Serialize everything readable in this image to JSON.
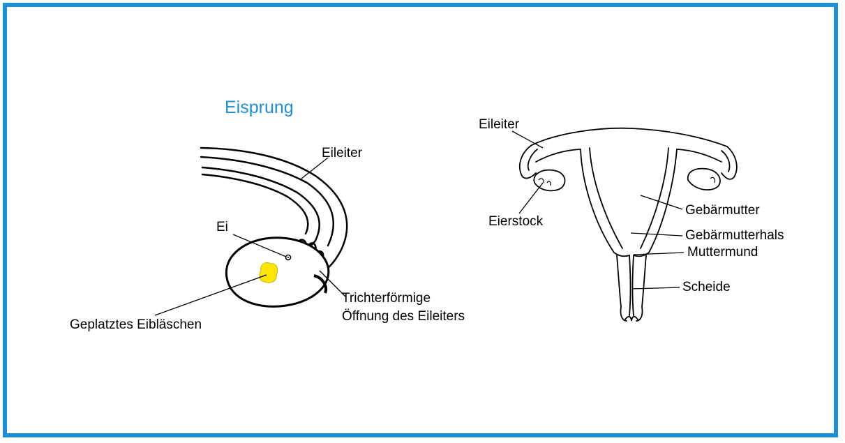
{
  "title": "Eisprung",
  "colors": {
    "frame": "#1c8fd6",
    "title": "#1c8fd6",
    "egg_follicle": "#ffe600",
    "ink": "#000000"
  },
  "left_diagram": {
    "labels": {
      "eileiter": "Eileiter",
      "ei": "Ei",
      "follicle": "Geplatztes Eibläschen",
      "funnel_line1": "Trichterförmige",
      "funnel_line2": "Öffnung des Eileiters"
    }
  },
  "right_diagram": {
    "labels": {
      "eileiter": "Eileiter",
      "eierstock": "Eierstock",
      "gebaermutter": "Gebärmutter",
      "gebaermutterhals": "Gebärmutterhals",
      "muttermund": "Muttermund",
      "scheide": "Scheide"
    }
  }
}
